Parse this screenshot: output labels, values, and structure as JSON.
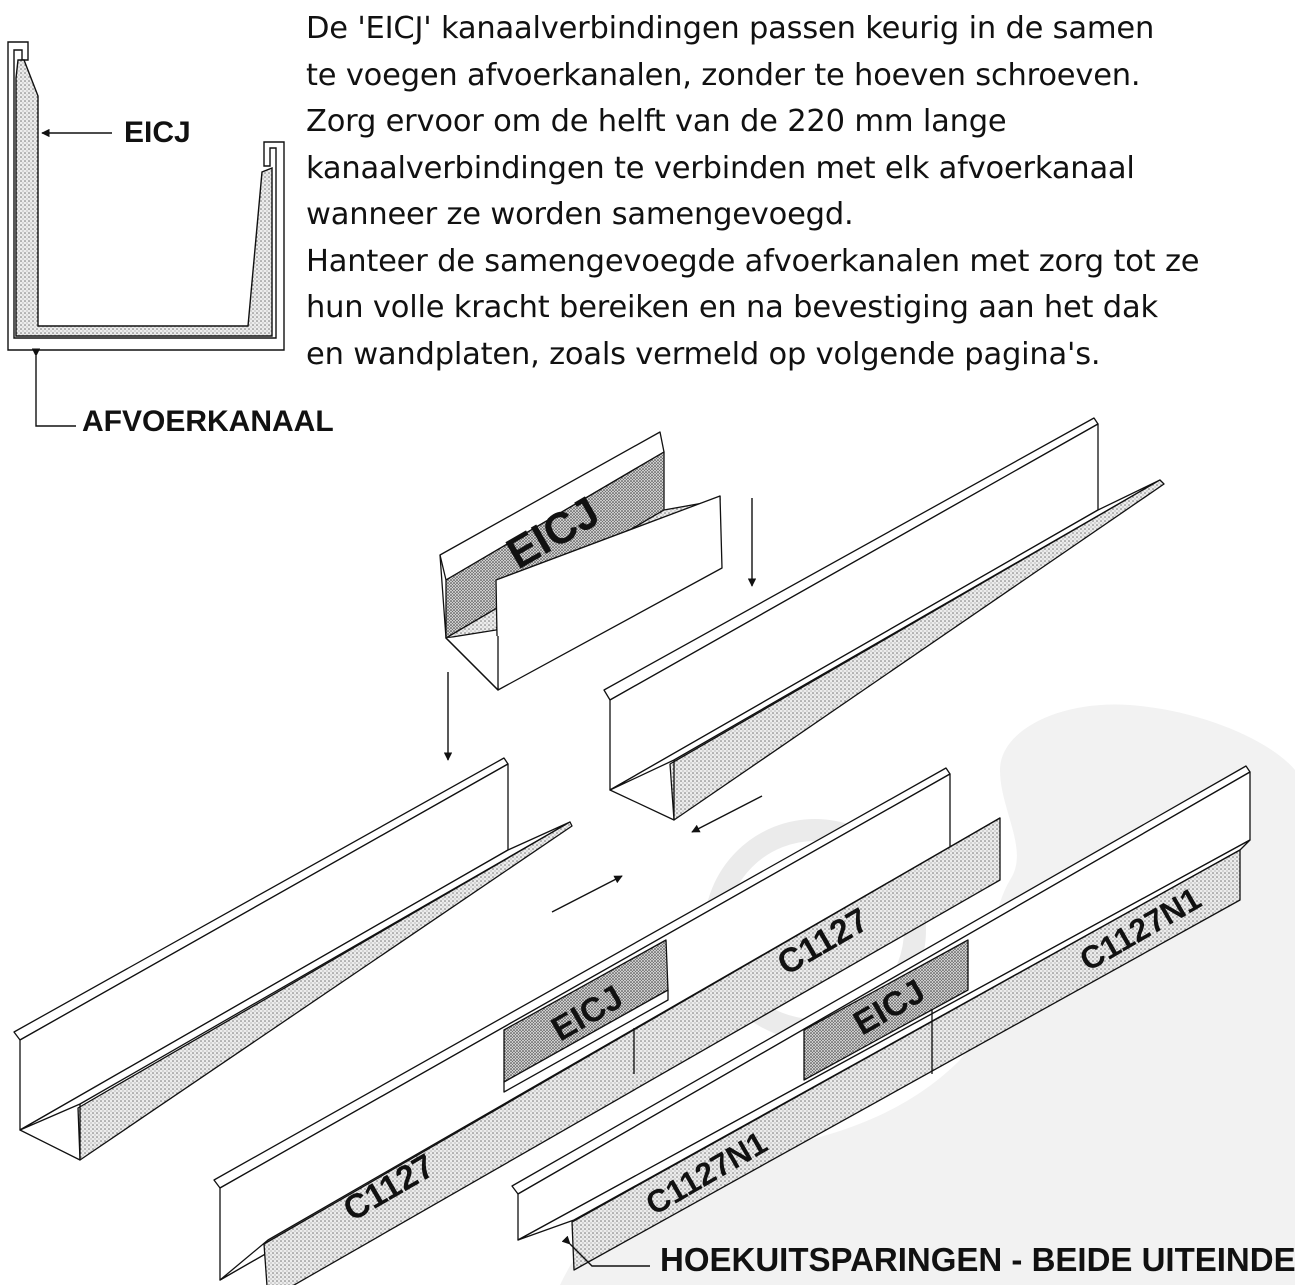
{
  "description": {
    "lines": [
      "De 'EICJ' kanaalverbindingen passen keurig in de samen",
      "te voegen afvoerkanalen, zonder te hoeven schroeven.",
      "Zorg ervoor om de helft van de 220 mm lange",
      "kanaalverbindingen te verbinden met elk afvoerkanaal",
      "wanneer ze worden samengevoegd.",
      "Hanteer de samengevoegde afvoerkanalen met zorg tot ze",
      "hun volle kracht bereiken en na bevestiging aan het dak",
      "en wandplaten, zoals vermeld op volgende pagina's."
    ]
  },
  "section_diagram": {
    "joint_label": "EICJ",
    "channel_label": "AFVOERKANAAL"
  },
  "parts": {
    "joint": "EICJ",
    "channel_a": "C1127",
    "channel_b": "C1127N1"
  },
  "footer": {
    "corner_cutouts_label": "HOEKUITSPARINGEN - BEIDE UITEINDEN"
  },
  "colors": {
    "line": "#111111",
    "dot_fill": "#d8d8d8",
    "watermark": "#f1f1f1"
  }
}
